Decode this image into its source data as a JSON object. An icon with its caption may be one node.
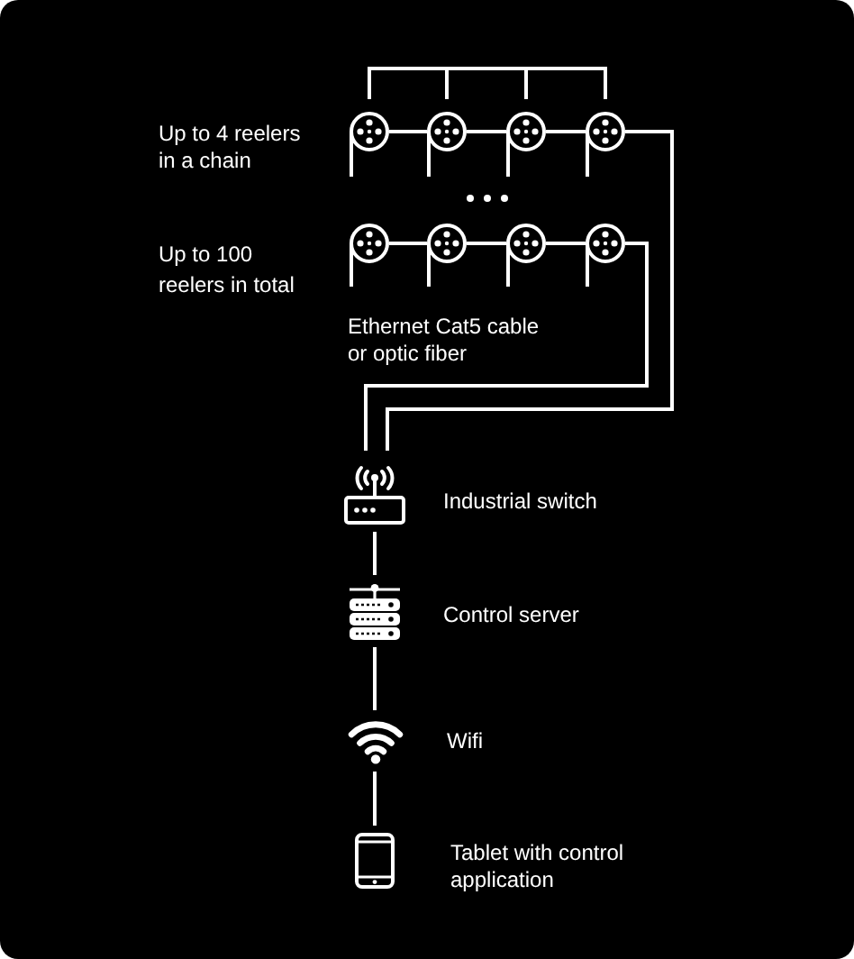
{
  "diagram": {
    "nodes": [
      {
        "text": [],
        "shape": "picture"
      },
      {
        "text": [],
        "shape": "picture"
      },
      {
        "text": [],
        "shape": "picture"
      },
      {
        "text": [],
        "shape": "picture"
      },
      {
        "text": [],
        "shape": "picture"
      },
      {
        "text": [],
        "shape": "picture"
      },
      {
        "text": [],
        "shape": "picture"
      },
      {
        "text": [],
        "shape": "picture"
      },
      {
        "text": [
          "Industrial switch"
        ]
      },
      {
        "text": [
          "Control server"
        ]
      },
      {
        "text": [
          "Wifi"
        ]
      },
      {
        "text": [
          "Tablet with control application"
        ]
      }
    ],
    "edges": [
      {
        "from": 0,
        "to": 1,
        "arrow": "none"
      },
      {
        "from": 1,
        "to": 2,
        "arrow": "none"
      },
      {
        "from": 2,
        "to": 3,
        "arrow": "none"
      },
      {
        "from": 4,
        "to": 5,
        "arrow": "none"
      },
      {
        "from": 5,
        "to": 6,
        "arrow": "none"
      },
      {
        "from": 6,
        "to": 7,
        "arrow": "none"
      },
      {
        "from": 3,
        "to": 8,
        "arrow": "none"
      },
      {
        "from": 7,
        "to": 8,
        "arrow": "none"
      },
      {
        "from": 8,
        "to": 9,
        "arrow": "none"
      },
      {
        "from": 9,
        "to": 10,
        "arrow": "none"
      },
      {
        "from": 10,
        "to": 11,
        "arrow": "none"
      }
    ],
    "labels": [
      "Up to 4 reelers in a chain",
      "Up to 100 reelers in total",
      "Ethernet Cat5 cable or optic fiber"
    ]
  }
}
